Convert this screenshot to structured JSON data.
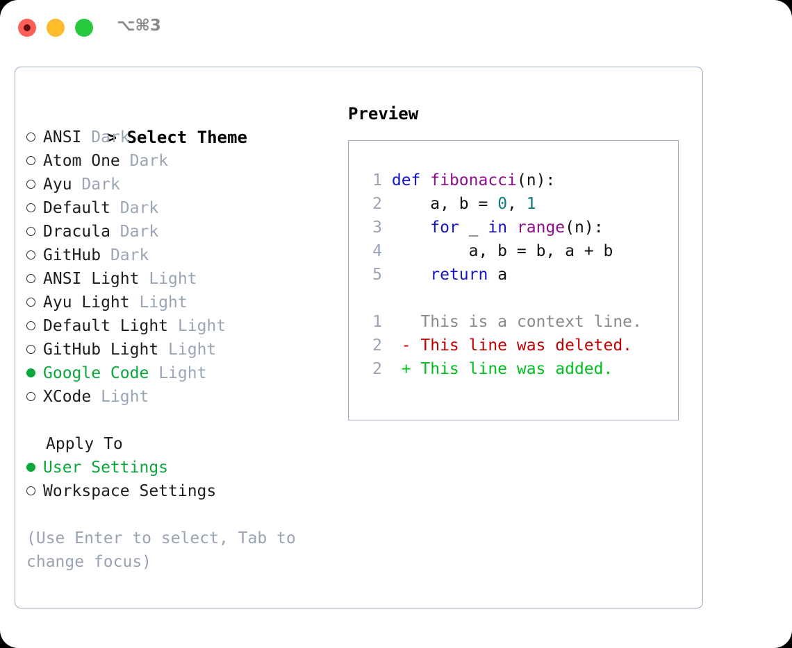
{
  "titlebar": {
    "traffic_lights": [
      {
        "name": "close",
        "color": "#fc5f57"
      },
      {
        "name": "minimize",
        "color": "#fdbc2e"
      },
      {
        "name": "maximize",
        "color": "#27c93f"
      }
    ],
    "shortcut": "⌥⌘3"
  },
  "theme_picker": {
    "header": "> Select Theme",
    "header_caret": ">",
    "header_label": "Select Theme",
    "items": [
      {
        "name": "ANSI",
        "mode": "Dark",
        "selected": false
      },
      {
        "name": "Atom One",
        "mode": "Dark",
        "selected": false
      },
      {
        "name": "Ayu",
        "mode": "Dark",
        "selected": false
      },
      {
        "name": "Default",
        "mode": "Dark",
        "selected": false
      },
      {
        "name": "Dracula",
        "mode": "Dark",
        "selected": false
      },
      {
        "name": "GitHub",
        "mode": "Dark",
        "selected": false
      },
      {
        "name": "ANSI Light",
        "mode": "Light",
        "selected": false
      },
      {
        "name": "Ayu Light",
        "mode": "Light",
        "selected": false
      },
      {
        "name": "Default Light",
        "mode": "Light",
        "selected": false
      },
      {
        "name": "GitHub Light",
        "mode": "Light",
        "selected": false
      },
      {
        "name": "Google Code",
        "mode": "Light",
        "selected": true
      },
      {
        "name": "XCode",
        "mode": "Light",
        "selected": false
      }
    ]
  },
  "apply_to": {
    "label": "Apply To",
    "options": [
      {
        "name": "User Settings",
        "selected": true
      },
      {
        "name": "Workspace Settings",
        "selected": false
      }
    ]
  },
  "hint": "(Use Enter to select, Tab to change focus)",
  "preview": {
    "title": "Preview",
    "code_lines": [
      {
        "ln": "1",
        "tokens": [
          {
            "t": "def ",
            "c": "kw"
          },
          {
            "t": "fibonacci",
            "c": "fn"
          },
          {
            "t": "(n):",
            "c": "pl"
          }
        ]
      },
      {
        "ln": "2",
        "tokens": [
          {
            "t": "    a, b = ",
            "c": "pl"
          },
          {
            "t": "0",
            "c": "num"
          },
          {
            "t": ", ",
            "c": "pl"
          },
          {
            "t": "1",
            "c": "num"
          }
        ]
      },
      {
        "ln": "3",
        "tokens": [
          {
            "t": "    ",
            "c": "pl"
          },
          {
            "t": "for",
            "c": "kw"
          },
          {
            "t": " _ ",
            "c": "pl"
          },
          {
            "t": "in",
            "c": "kw"
          },
          {
            "t": " ",
            "c": "pl"
          },
          {
            "t": "range",
            "c": "fn"
          },
          {
            "t": "(n):",
            "c": "pl"
          }
        ]
      },
      {
        "ln": "4",
        "tokens": [
          {
            "t": "        a, b = b, a + b",
            "c": "pl"
          }
        ]
      },
      {
        "ln": "5",
        "tokens": [
          {
            "t": "    ",
            "c": "pl"
          },
          {
            "t": "return",
            "c": "kw"
          },
          {
            "t": " a",
            "c": "pl"
          }
        ]
      }
    ],
    "diff_lines": [
      {
        "ln": "1",
        "marker": " ",
        "text": "This is a context line.",
        "kind": "ctx"
      },
      {
        "ln": "2",
        "marker": "-",
        "text": "This line was deleted.",
        "kind": "del"
      },
      {
        "ln": "2",
        "marker": "+",
        "text": "This line was added.",
        "kind": "add"
      }
    ]
  },
  "colors": {
    "accent_green": "#0ba63c",
    "muted": "#9aa5b6",
    "border": "#9eabbd",
    "keyword": "#1414c8",
    "function": "#8b0f8b",
    "number": "#0b7b7b",
    "diff_deleted": "#c00000",
    "diff_added": "#00be1e",
    "context": "#8a8a8a"
  }
}
